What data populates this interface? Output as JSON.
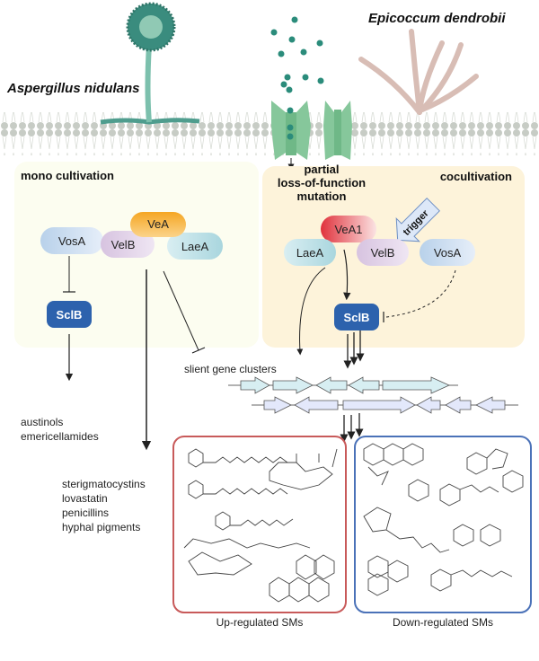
{
  "organisms": {
    "left": "Aspergillus nidulans",
    "right": "Epicoccum dendrobii"
  },
  "mono": {
    "title": "mono cultivation",
    "proteins": {
      "vosA": "VosA",
      "velB": "VelB",
      "veA": "VeA",
      "laeA": "LaeA",
      "sclB": "SclB"
    },
    "products_a": [
      "austinols",
      "emericellamides"
    ],
    "products_b": [
      "sterigmatocystins",
      "lovastatin",
      "penicillins",
      "hyphal pigments"
    ]
  },
  "co": {
    "title": "cocultivation",
    "mutation_label": [
      "partial",
      "loss-of-function",
      "mutation"
    ],
    "trigger": "trigger",
    "proteins": {
      "veA1": "VeA1",
      "laeA": "LaeA",
      "velB": "VelB",
      "vosA": "VosA",
      "sclB": "SclB"
    }
  },
  "clusters": {
    "label": "slient gene clusters"
  },
  "results": {
    "up": "Up-regulated SMs",
    "down": "Down-regulated SMs"
  },
  "colors": {
    "mono_bg": "#fcfdf0",
    "co_bg": "#fdf3da",
    "sclb": "#2d62ad",
    "up_border": "#c85a5a",
    "down_border": "#4b72b8",
    "teal": "#3a9484"
  }
}
